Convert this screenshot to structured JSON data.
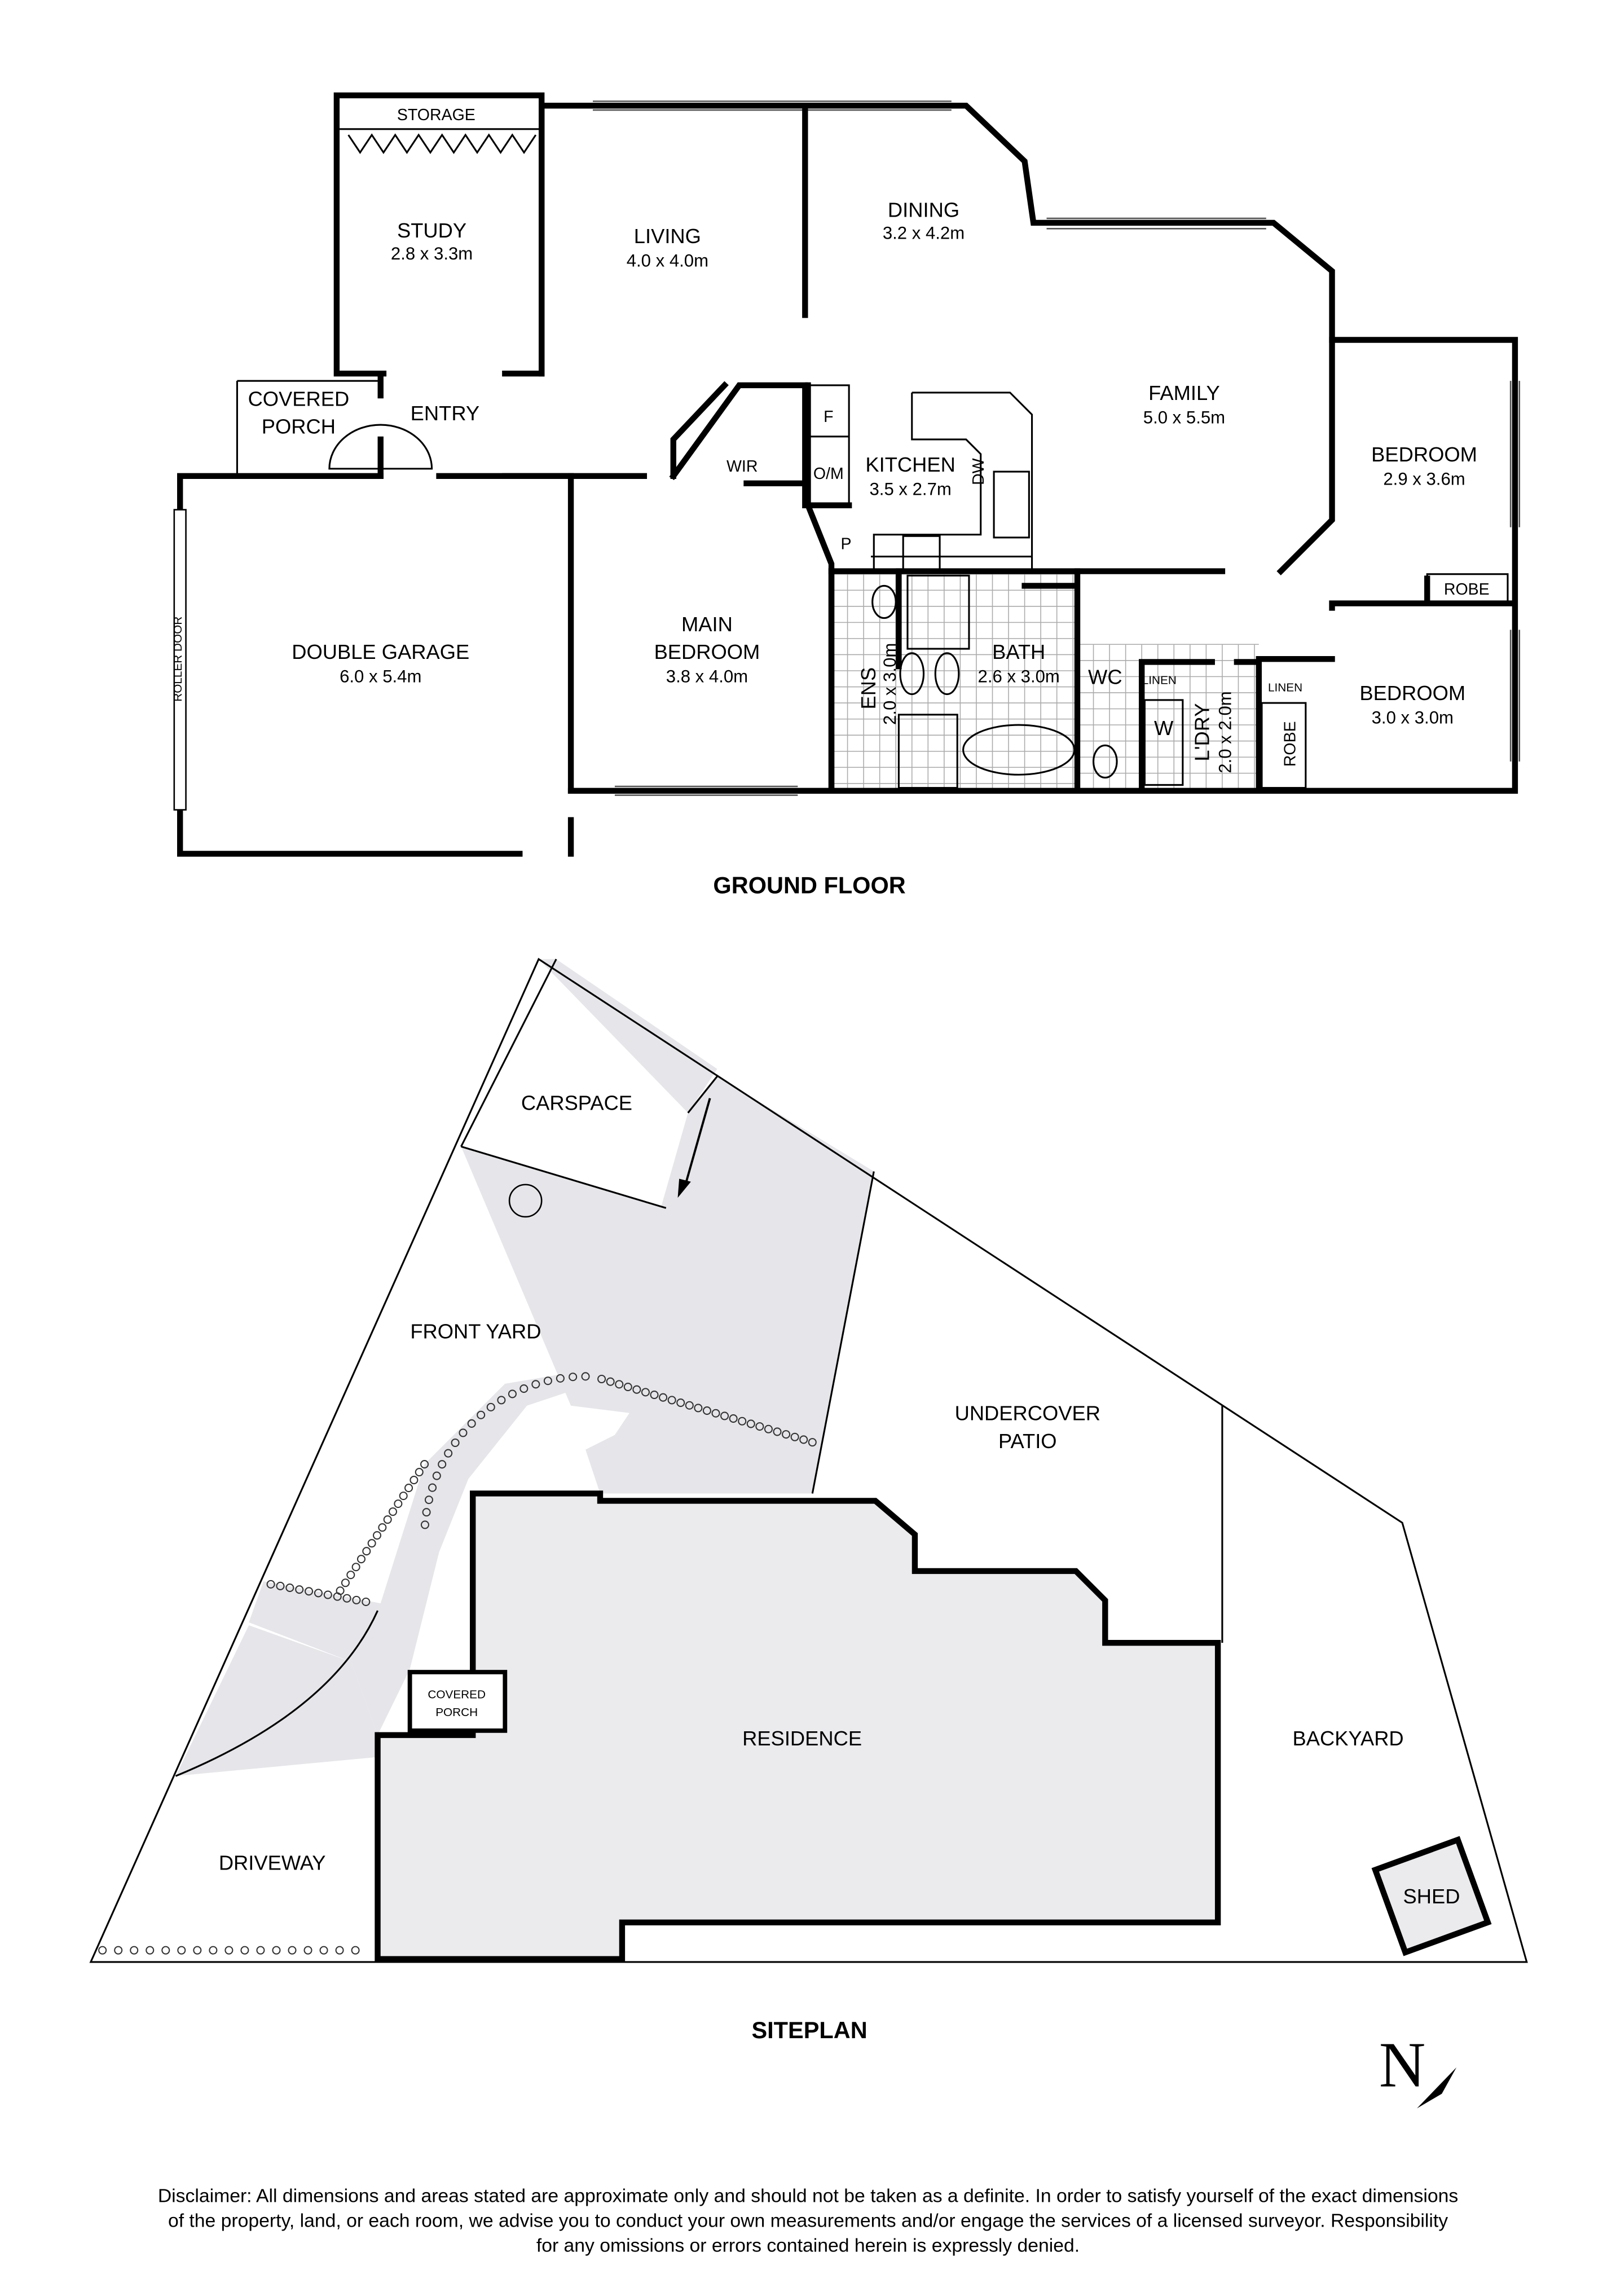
{
  "ground_floor": {
    "title": "GROUND FLOOR",
    "rooms": {
      "storage": "STORAGE",
      "study": {
        "name": "STUDY",
        "size": "2.8 x 3.3m"
      },
      "living": {
        "name": "LIVING",
        "size": "4.0 x 4.0m"
      },
      "dining": {
        "name": "DINING",
        "size": "3.2 x 4.2m"
      },
      "family": {
        "name": "FAMILY",
        "size": "5.0 x 5.5m"
      },
      "bedroom2": {
        "name": "BEDROOM",
        "size": "2.9 x 3.6m"
      },
      "bedroom3": {
        "name": "BEDROOM",
        "size": "3.0 x 3.0m"
      },
      "covered_porch": {
        "line1": "COVERED",
        "line2": "PORCH"
      },
      "entry": "ENTRY",
      "wir": "WIR",
      "fridge": "F",
      "oven_microwave": "O/M",
      "kitchen": {
        "name": "KITCHEN",
        "size": "3.5 x 2.7m"
      },
      "dishwasher": "DW",
      "pantry": "P",
      "double_garage": {
        "name": "DOUBLE GARAGE",
        "size": "6.0 x 5.4m"
      },
      "roller_door": "ROLLER DOOR",
      "main_bedroom": {
        "line1": "MAIN",
        "line2": "BEDROOM",
        "size": "3.8 x 4.0m"
      },
      "ensuite": {
        "name": "ENS",
        "size": "2.0 x 3.0m"
      },
      "bath": {
        "name": "BATH",
        "size": "2.6 x 3.0m"
      },
      "wc": "WC",
      "linen1": "LINEN",
      "linen2": "LINEN",
      "washer": "W",
      "laundry": {
        "name": "L'DRY",
        "size": "2.0 x 2.0m"
      },
      "robe1": "ROBE",
      "robe2": "ROBE"
    }
  },
  "siteplan": {
    "title": "SITEPLAN",
    "labels": {
      "carspace": "CARSPACE",
      "front_yard": "FRONT YARD",
      "undercover_patio": {
        "line1": "UNDERCOVER",
        "line2": "PATIO"
      },
      "covered_porch": {
        "line1": "COVERED",
        "line2": "PORCH"
      },
      "residence": "RESIDENCE",
      "backyard": "BACKYARD",
      "driveway": "DRIVEWAY",
      "shed": "SHED"
    },
    "north": "N"
  },
  "disclaimer": {
    "line1": "Disclaimer: All dimensions and areas stated are approximate only and should not be taken as a definite. In order to satisfy yourself of the exact dimensions",
    "line2": "of the property, land, or each room, we advise you to conduct your own measurements and/or engage the services of a licensed surveyor. Responsibility",
    "line3": "for any omissions or errors contained herein is expressly denied."
  },
  "colors": {
    "wall": "#000000",
    "landscape_fill": "#e6e6ea",
    "tile_grid": "#aaaaaa"
  }
}
